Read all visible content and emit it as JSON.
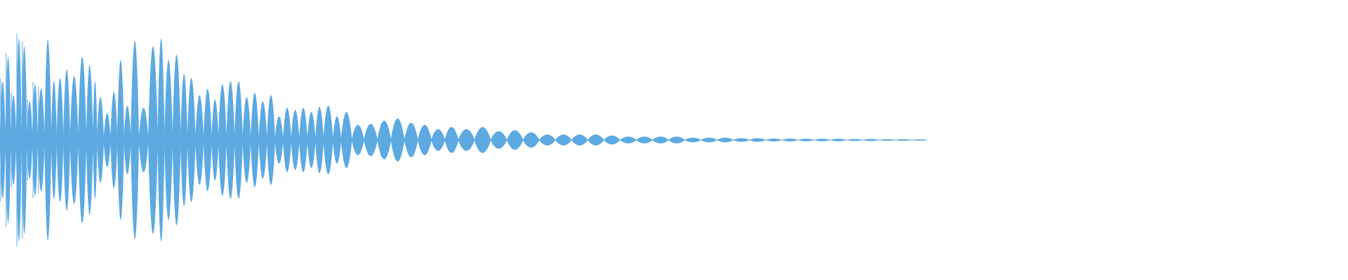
{
  "waveform": {
    "color": "#5DA9E1",
    "background": "#FFFFFF",
    "bursts": [
      [
        0.0,
        0.55
      ],
      [
        0.004,
        0.78
      ],
      [
        0.008,
        0.42
      ],
      [
        0.012,
        0.95
      ],
      [
        0.016,
        0.88
      ],
      [
        0.02,
        0.36
      ],
      [
        0.024,
        0.52
      ],
      [
        0.028,
        0.48
      ],
      [
        0.033,
        0.94
      ],
      [
        0.038,
        0.55
      ],
      [
        0.042,
        0.58
      ],
      [
        0.047,
        0.66
      ],
      [
        0.052,
        0.6
      ],
      [
        0.058,
        0.78
      ],
      [
        0.064,
        0.7
      ],
      [
        0.069,
        0.55
      ],
      [
        0.072,
        0.4
      ],
      [
        0.077,
        0.25
      ],
      [
        0.082,
        0.45
      ],
      [
        0.087,
        0.75
      ],
      [
        0.092,
        0.32
      ],
      [
        0.097,
        0.93
      ],
      [
        0.103,
        0.3
      ],
      [
        0.11,
        0.88
      ],
      [
        0.117,
        0.95
      ],
      [
        0.122,
        0.75
      ],
      [
        0.128,
        0.8
      ],
      [
        0.134,
        0.62
      ],
      [
        0.139,
        0.58
      ],
      [
        0.145,
        0.42
      ],
      [
        0.151,
        0.48
      ],
      [
        0.157,
        0.38
      ],
      [
        0.162,
        0.52
      ],
      [
        0.168,
        0.55
      ],
      [
        0.174,
        0.55
      ],
      [
        0.18,
        0.4
      ],
      [
        0.186,
        0.44
      ],
      [
        0.192,
        0.36
      ],
      [
        0.198,
        0.42
      ],
      [
        0.204,
        0.22
      ],
      [
        0.21,
        0.3
      ],
      [
        0.216,
        0.28
      ],
      [
        0.222,
        0.3
      ],
      [
        0.228,
        0.26
      ],
      [
        0.234,
        0.31
      ],
      [
        0.24,
        0.32
      ],
      [
        0.247,
        0.22
      ],
      [
        0.253,
        0.26
      ],
      [
        0.261,
        0.14
      ],
      [
        0.27,
        0.15
      ],
      [
        0.28,
        0.18
      ],
      [
        0.29,
        0.2
      ],
      [
        0.3,
        0.16
      ],
      [
        0.31,
        0.14
      ],
      [
        0.32,
        0.1
      ],
      [
        0.33,
        0.12
      ],
      [
        0.34,
        0.1
      ],
      [
        0.352,
        0.12
      ],
      [
        0.364,
        0.08
      ],
      [
        0.376,
        0.09
      ],
      [
        0.388,
        0.07
      ],
      [
        0.4,
        0.05
      ],
      [
        0.412,
        0.05
      ],
      [
        0.424,
        0.05
      ],
      [
        0.436,
        0.05
      ],
      [
        0.448,
        0.04
      ],
      [
        0.46,
        0.03
      ],
      [
        0.472,
        0.03
      ],
      [
        0.484,
        0.03
      ],
      [
        0.496,
        0.03
      ],
      [
        0.508,
        0.02
      ],
      [
        0.52,
        0.02
      ],
      [
        0.532,
        0.02
      ],
      [
        0.544,
        0.015
      ],
      [
        0.556,
        0.015
      ],
      [
        0.568,
        0.012
      ],
      [
        0.58,
        0.012
      ],
      [
        0.592,
        0.01
      ],
      [
        0.604,
        0.01
      ],
      [
        0.616,
        0.01
      ],
      [
        0.628,
        0.008
      ],
      [
        0.64,
        0.008
      ],
      [
        0.652,
        0.006
      ],
      [
        0.664,
        0.006
      ],
      [
        0.676,
        0.004
      ]
    ]
  }
}
